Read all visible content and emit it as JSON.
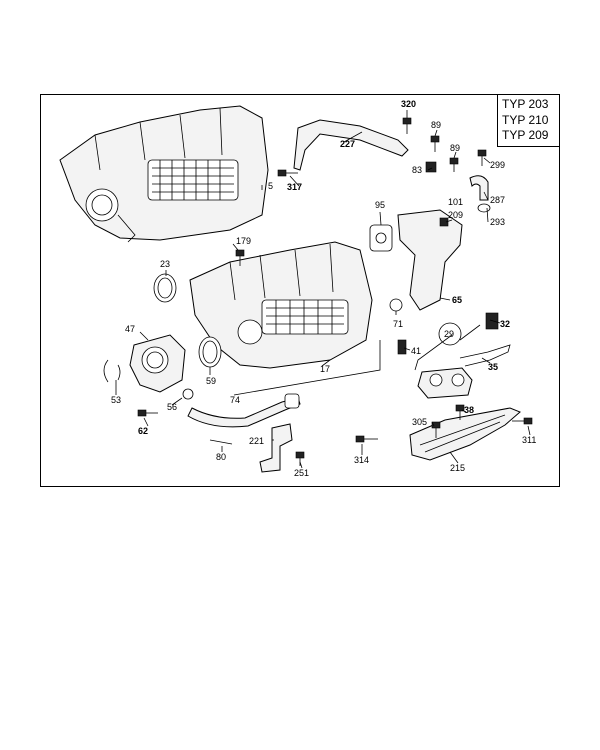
{
  "type_box": {
    "lines": [
      "TYP 203",
      "TYP 210",
      "TYP 209"
    ]
  },
  "callouts": {
    "c320": "320",
    "c89a": "89",
    "c89b": "89",
    "c227": "227",
    "c299": "299",
    "c83": "83",
    "c5": "5",
    "c317": "317",
    "c287": "287",
    "c101": "101",
    "c209": "209",
    "c293": "293",
    "c95": "95",
    "c179": "179",
    "c23": "23",
    "c65": "65",
    "c47": "47",
    "c71": "71",
    "c29": "29",
    "c32": "32",
    "c41": "41",
    "c59": "59",
    "c17": "17",
    "c35": "35",
    "c53": "53",
    "c56": "56",
    "c74": "74",
    "c38": "38",
    "c62": "62",
    "c305": "305",
    "c311": "311",
    "c221": "221",
    "c80": "80",
    "c314": "314",
    "c251": "251",
    "c215": "215"
  }
}
